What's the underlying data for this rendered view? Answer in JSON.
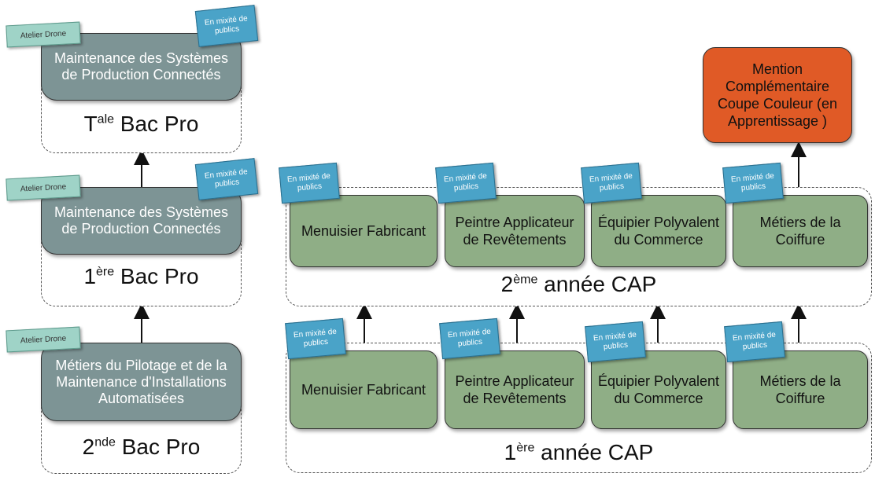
{
  "tags": {
    "mixite": "En mixité de publics",
    "drone": "Atelier Drone"
  },
  "left": {
    "terminale": {
      "program": "Maintenance des Systèmes de Production Connectés",
      "level_main": "T",
      "level_sup": "ale",
      "level_rest": " Bac Pro"
    },
    "premiere": {
      "program": "Maintenance des Systèmes de Production Connectés",
      "level_main": "1",
      "level_sup": "ère",
      "level_rest": " Bac Pro"
    },
    "seconde": {
      "program": "Métiers du Pilotage et de la Maintenance d'Installations Automatisées",
      "level_main": "2",
      "level_sup": "nde",
      "level_rest": " Bac Pro"
    }
  },
  "cap": {
    "courses": [
      "Menuisier Fabricant",
      "Peintre Applicateur de Revêtements",
      "Équipier Polyvalent du Commerce",
      "Métiers de la Coiffure"
    ],
    "year2": {
      "level_main": "2",
      "level_sup": "ème",
      "level_rest": " année CAP"
    },
    "year1": {
      "level_main": "1",
      "level_sup": "ère",
      "level_rest": " année CAP"
    }
  },
  "mention": "Mention Complémentaire Coupe Couleur (en Apprentissage )"
}
